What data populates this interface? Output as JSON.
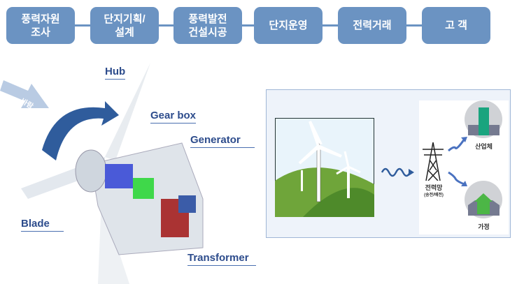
{
  "process_steps": [
    "풍력자원\n조사",
    "단지기획/\n설계",
    "풍력발전\n건설시공",
    "단지운영",
    "전력거래",
    "고 객"
  ],
  "wind_label": "바람",
  "parts": {
    "hub": "Hub",
    "gear_box": "Gear box",
    "generator": "Generator",
    "blade": "Blade",
    "transformer": "Transformer"
  },
  "grid": {
    "tower_label": "전력망",
    "tower_sub": "(송전/배전)",
    "industry": "산업체",
    "home": "가정"
  },
  "colors": {
    "step": "#6b93c2",
    "label": "#2d4c8c"
  }
}
